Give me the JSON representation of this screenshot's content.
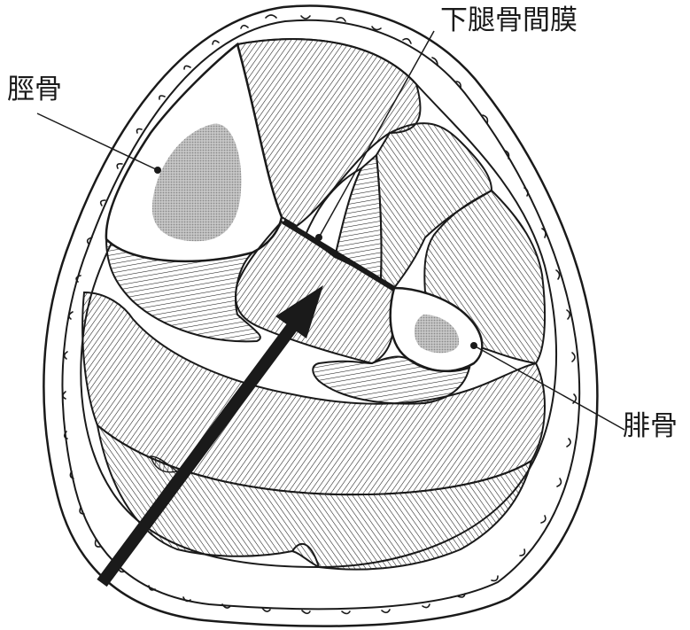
{
  "labels": {
    "tibia": "脛骨",
    "interosseous_membrane": "下腿骨間膜",
    "fibula": "腓骨"
  },
  "colors": {
    "ink": "#1a1a1a",
    "bone_marrow": "#9e9e9e",
    "background": "#ffffff"
  }
}
